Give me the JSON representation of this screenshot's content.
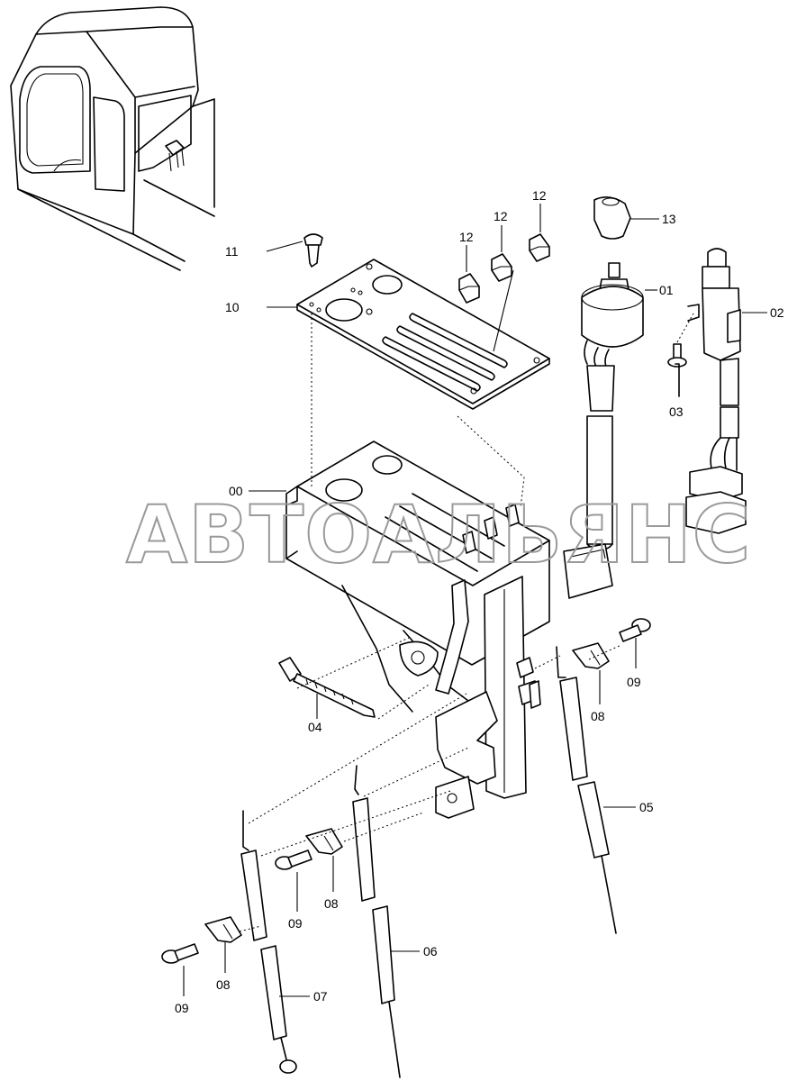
{
  "watermark": "АВТОАЛЬЯНС",
  "callouts": {
    "c00": "00",
    "c01": "01",
    "c02": "02",
    "c03": "03",
    "c04": "04",
    "c05": "05",
    "c06": "06",
    "c07": "07",
    "c08a": "08",
    "c08b": "08",
    "c08c": "08",
    "c09a": "09",
    "c09b": "09",
    "c09c": "09",
    "c10": "10",
    "c11": "11",
    "c12a": "12",
    "c12b": "12",
    "c12c": "12",
    "c13": "13"
  }
}
